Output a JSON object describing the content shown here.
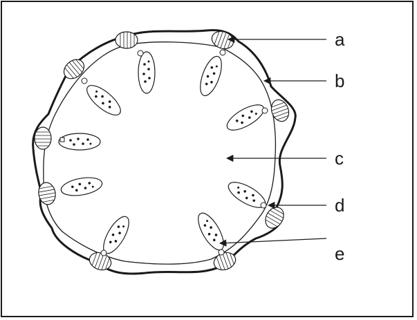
{
  "figure": {
    "labels": [
      {
        "id": "a",
        "text": "a"
      },
      {
        "id": "b",
        "text": "b"
      },
      {
        "id": "c",
        "text": "c"
      },
      {
        "id": "d",
        "text": "d"
      },
      {
        "id": "e",
        "text": "e"
      }
    ]
  },
  "colors": {
    "ink": "#1a1a1a",
    "background": "#ffffff"
  }
}
